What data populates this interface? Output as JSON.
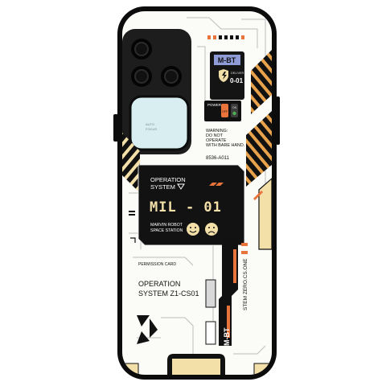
{
  "product": {
    "case_color": "#0c0c0c",
    "skin_color": "#fbfbf8",
    "accent_orange": "#e8743b",
    "accent_cream": "#f3dfa8",
    "accent_dark": "#111111",
    "camera_pad_color": "#1d1d1d",
    "camera_island_color": "#d9eef1"
  },
  "badge": {
    "logo": "M-BT",
    "deliver_label": "DELIVER",
    "deliver_code": "0-01",
    "shield_icon": "shield-lightning-icon"
  },
  "power_panel": {
    "label": "POWER",
    "switch_off": "OFF",
    "switch_on": "ON"
  },
  "warning": {
    "line1": "WARNING:",
    "line2": "DO NOT",
    "line3": "OPERATE",
    "line4": "WITH BARE HAND."
  },
  "serial": "8536-A011",
  "main_panel": {
    "title1": "OPERATION",
    "title2": "SYSTEM",
    "code": "MIL - 01",
    "sub1": "MARVIN ROBOT",
    "sub2": "SPACE STATION",
    "smile_icon": "smiley-face-icon",
    "sad_icon": "sad-face-icon"
  },
  "permission": {
    "label": "PERMISSION CARD",
    "line1": "OPERATION",
    "line2": "SYSTEM Z1-CS01"
  },
  "bottom_strip": {
    "logo": "M-BT",
    "text": "STEM ZERO.CS.ONE"
  },
  "camera_island": {
    "tiny_text1": "AUTO",
    "tiny_text2": "FOCUS"
  }
}
